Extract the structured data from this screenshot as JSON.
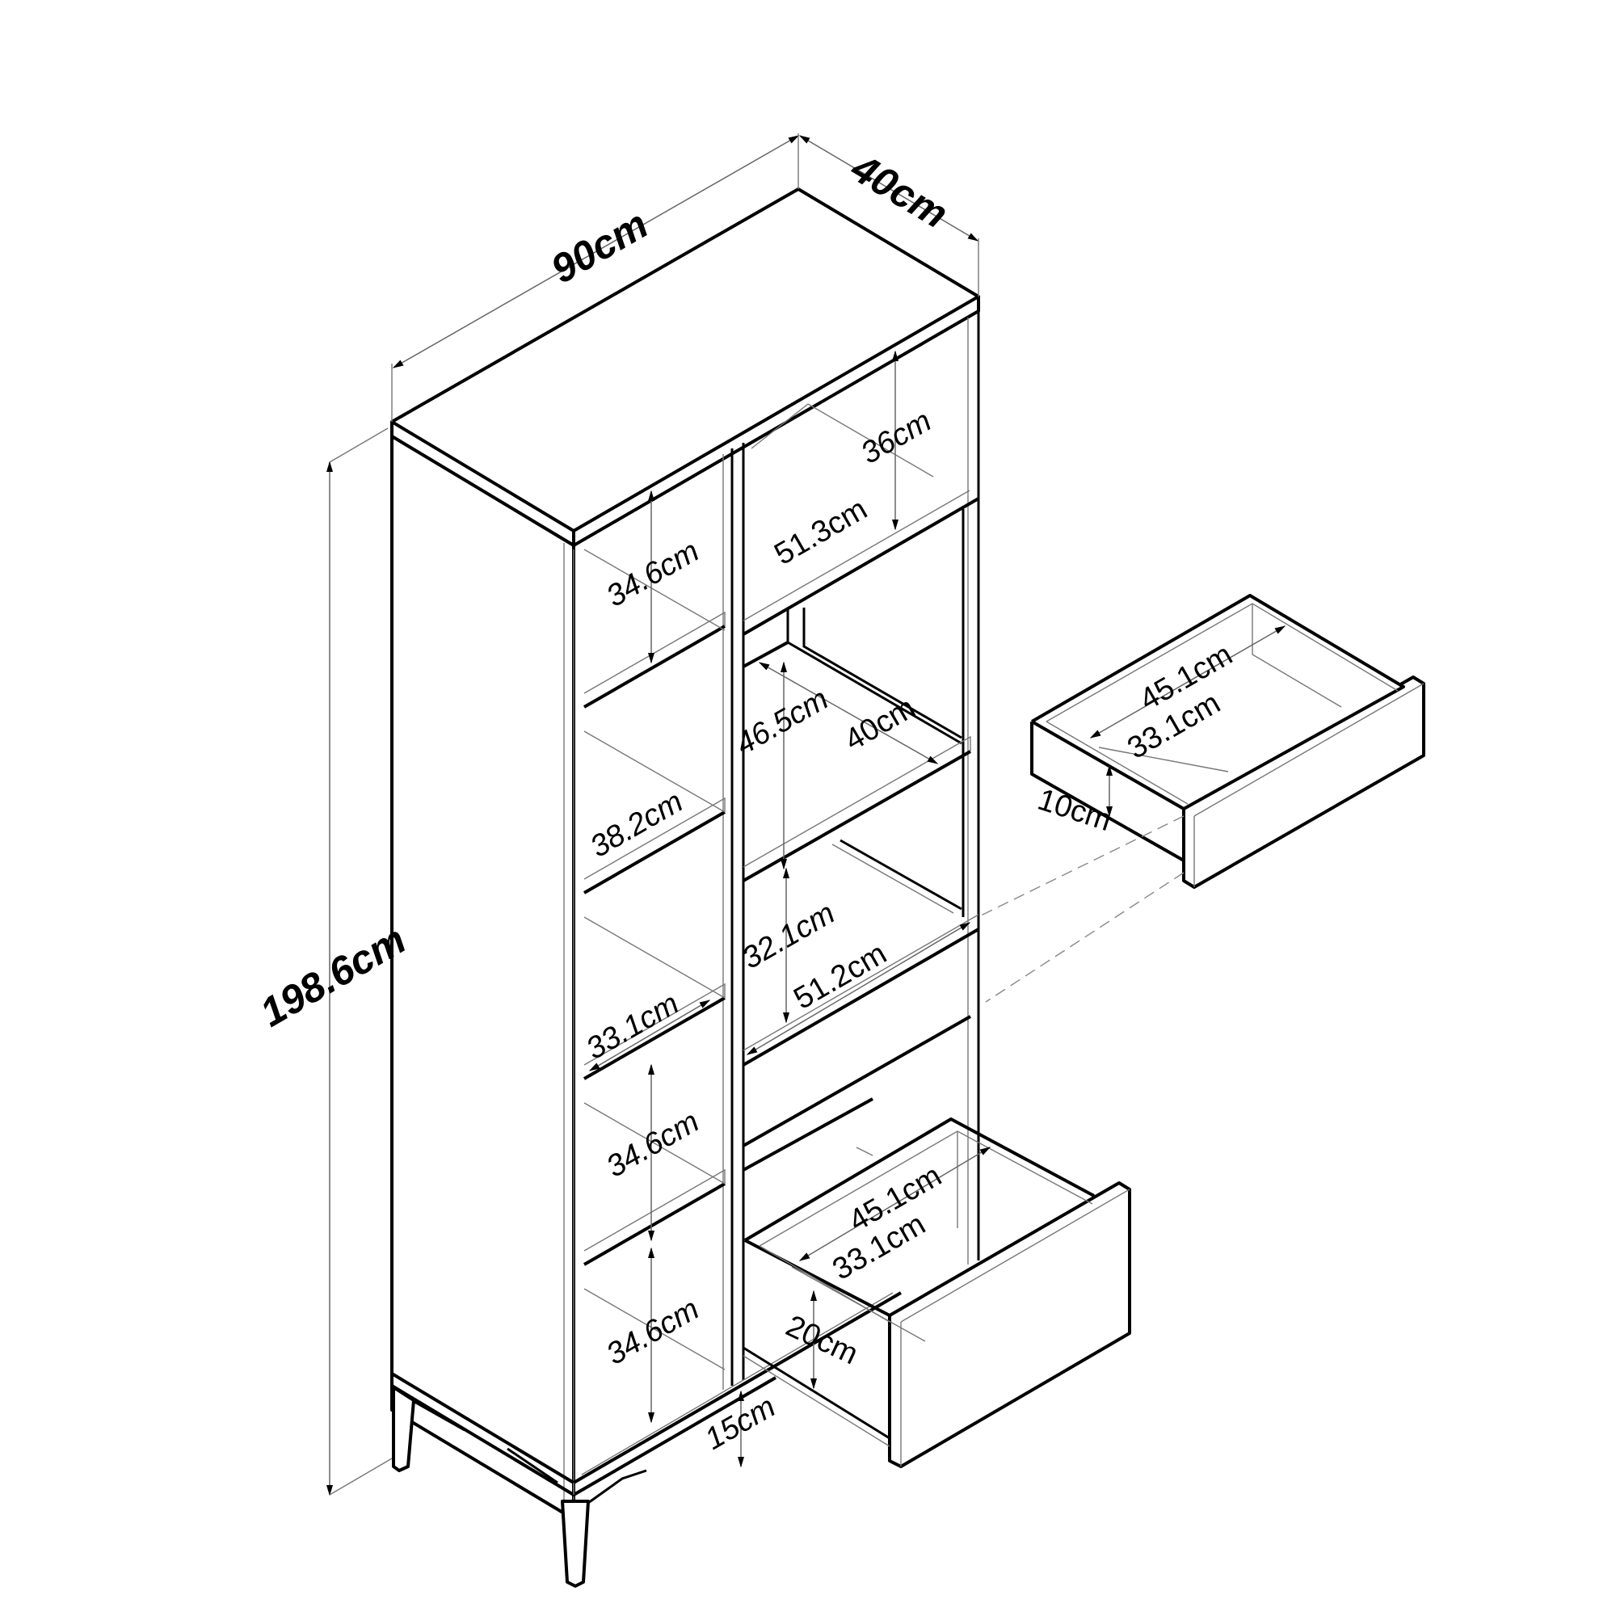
{
  "diagram": {
    "type": "isometric furniture dimension drawing",
    "subject": "Bookcase / shelving unit with two drawers on metal legs"
  },
  "overall": {
    "width": "90cm",
    "depth": "40cm",
    "height": "198.6cm"
  },
  "left_column": {
    "compartment_1_height": "34.6cm",
    "compartment_2_width": "38.2cm",
    "compartment_3_width": "33.1cm",
    "compartment_4_height": "34.6cm",
    "compartment_5_height": "34.6cm"
  },
  "right_column": {
    "top_compartment_height": "36cm",
    "top_compartment_width": "51.3cm",
    "middle_compartment_height": "46.5cm",
    "middle_compartment_depth": "40cm",
    "lower_compartment_height": "32.1cm",
    "lower_compartment_width": "51.2cm"
  },
  "small_drawer": {
    "inner_width": "45.1cm",
    "inner_depth": "33.1cm",
    "height": "10cm"
  },
  "large_drawer": {
    "inner_width": "45.1cm",
    "inner_depth": "33.1cm",
    "height": "20cm"
  },
  "legs": {
    "height": "15cm"
  },
  "colors": {
    "line": "#000000",
    "dimension_line": "#666666",
    "background": "#ffffff"
  }
}
